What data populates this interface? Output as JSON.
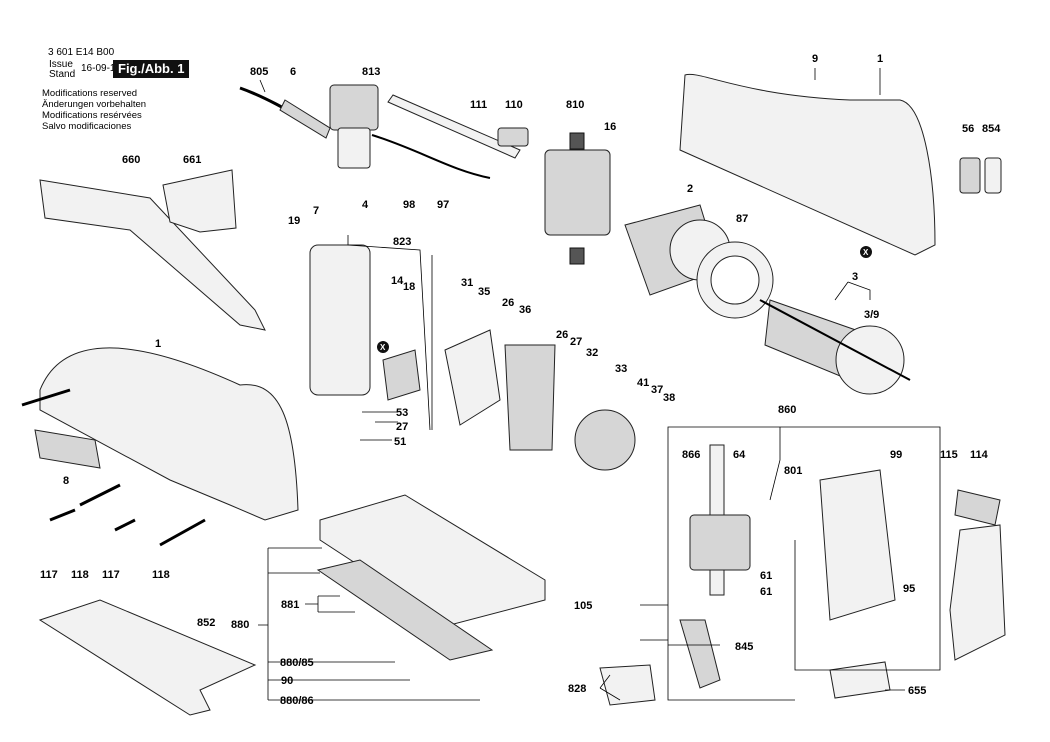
{
  "header": {
    "drawing_number": "3 601 E14 B00",
    "issue_label": "Issue",
    "stand_label": "Stand",
    "date": "16-09-15",
    "figure_label": "Fig./Abb. 1"
  },
  "notes": [
    "Modifications reserved",
    "Änderungen vorbehalten",
    "Modifications resérvées",
    "Salvo modificaciones"
  ],
  "callouts": {
    "c805": "805",
    "c6": "6",
    "c813": "813",
    "c111": "111",
    "c110": "110",
    "c810": "810",
    "c16": "16",
    "c9": "9",
    "c1top": "1",
    "c56": "56",
    "c854": "854",
    "c660": "660",
    "c661": "661",
    "c19": "19",
    "c7": "7",
    "c4": "4",
    "c98": "98",
    "c97": "97",
    "c2": "2",
    "c87": "87",
    "c823": "823",
    "c14": "14",
    "c18": "18",
    "c31": "31",
    "c35": "35",
    "c26a": "26",
    "c36": "36",
    "c3": "3",
    "c3_9": "3/9",
    "c1left": "1",
    "c26b": "26",
    "c27a": "27",
    "c32": "32",
    "c33": "33",
    "c41": "41",
    "c37": "37",
    "c38": "38",
    "c53": "53",
    "c27b": "27",
    "c51": "51",
    "c8": "8",
    "c860": "860",
    "c866": "866",
    "c64": "64",
    "c801": "801",
    "c99": "99",
    "c115": "115",
    "c114": "114",
    "c117a": "117",
    "c118a": "118",
    "c117b": "117",
    "c118b": "118",
    "c61a": "61",
    "c61b": "61",
    "c95": "95",
    "c852": "852",
    "c881": "881",
    "c880": "880",
    "c880_85": "880/85",
    "c90": "90",
    "c880_86": "880/86",
    "c105": "105",
    "c845": "845",
    "c828": "828",
    "c655": "655",
    "x1": "X",
    "x2": "X"
  }
}
